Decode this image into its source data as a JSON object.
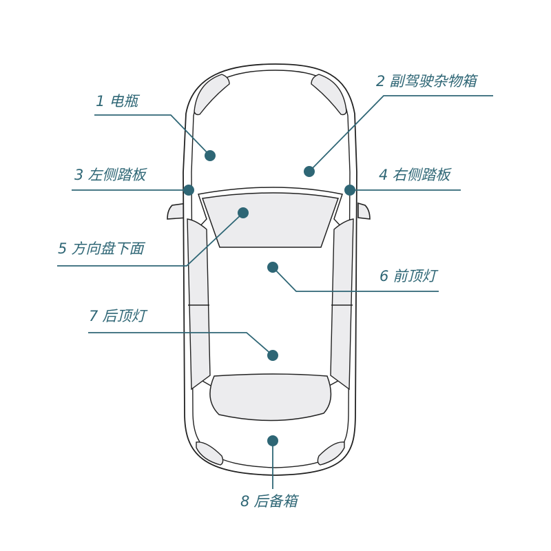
{
  "colors": {
    "accent": "#2e6675",
    "car_body": "#ffffff",
    "car_fill": "#ececee",
    "car_stroke": "#222222",
    "label_text": "#2e6675"
  },
  "callouts": [
    {
      "num": "1",
      "text": "电瓶"
    },
    {
      "num": "2",
      "text": "副驾驶杂物箱"
    },
    {
      "num": "3",
      "text": "左侧踏板"
    },
    {
      "num": "4",
      "text": "右侧踏板"
    },
    {
      "num": "5",
      "text": "方向盘下面"
    },
    {
      "num": "6",
      "text": "前顶灯"
    },
    {
      "num": "7",
      "text": "后顶灯"
    },
    {
      "num": "8",
      "text": "后备箱"
    }
  ]
}
